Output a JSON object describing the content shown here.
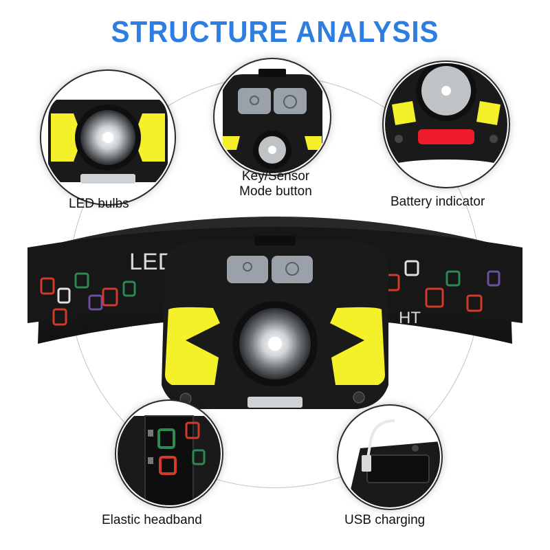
{
  "title": "STRUCTURE ANALYSIS",
  "labels": {
    "led_bulbs": "LED bulbs",
    "key_sensor_line1": "Key/Sensor",
    "key_sensor_line2": "Mode button",
    "battery_indicator": "Battery indicator",
    "elastic_headband": "Elastic headband",
    "usb_charging": "USB charging"
  },
  "band_text_left": "LED",
  "band_text_right": "HT",
  "colors": {
    "title": "#2d7ee0",
    "cob_led": "#f4f12a",
    "battery_led": "#ee1c2a",
    "housing": "#1b1b1b",
    "button_gray": "#9aa1a8"
  }
}
